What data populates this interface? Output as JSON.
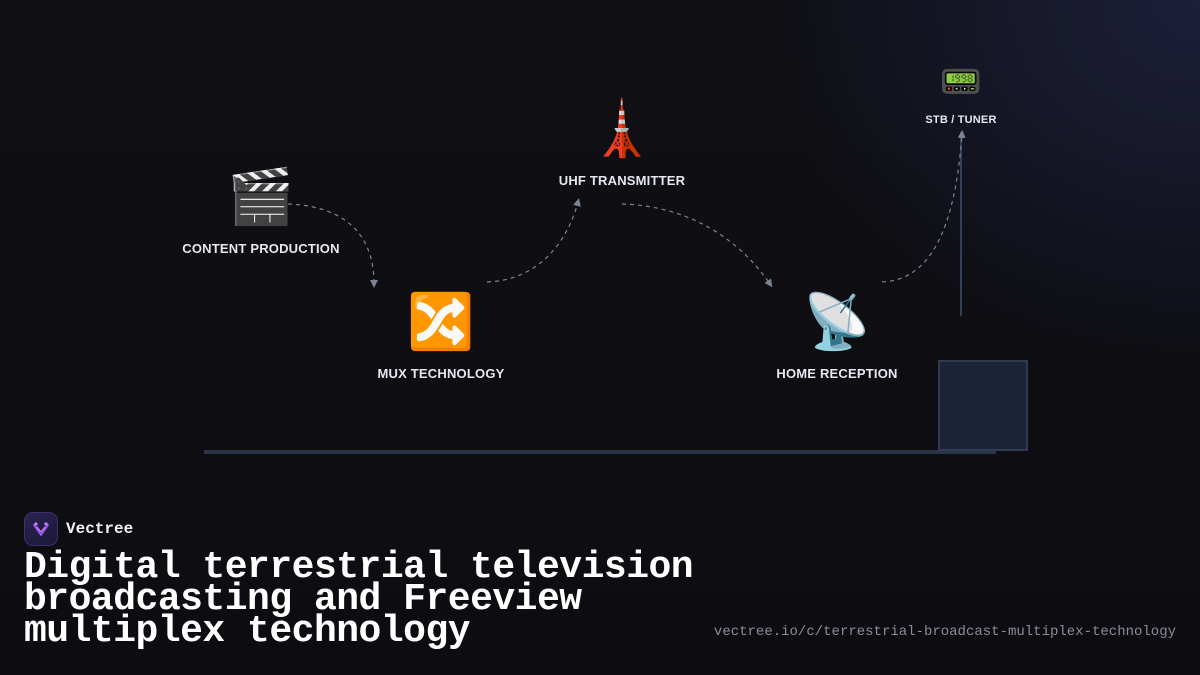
{
  "nodes": [
    {
      "id": "content-production",
      "icon": "clapper-board-icon",
      "emoji": "🎬",
      "label": "CONTENT PRODUCTION"
    },
    {
      "id": "mux-technology",
      "icon": "shuffle-arrows-icon",
      "emoji": "🔀",
      "label": "MUX TECHNOLOGY"
    },
    {
      "id": "uhf-transmitter",
      "icon": "transmission-tower-icon",
      "emoji": "🗼",
      "label": "UHF TRANSMITTER"
    },
    {
      "id": "home-reception",
      "icon": "satellite-dish-icon",
      "emoji": "📡",
      "label": "HOME RECEPTION"
    },
    {
      "id": "stb-tuner",
      "icon": "pager-icon",
      "emoji": "📟",
      "label": "STB / TUNER"
    }
  ],
  "brand": {
    "name": "Vectree",
    "icon": "vectree-logo-icon",
    "accent": "#a855f7"
  },
  "title": "Digital terrestrial television broadcasting and Freeview multiplex technology",
  "url": "vectree.io/c/terrestrial-broadcast-multiplex-technology",
  "colors": {
    "background": "#0f0f14",
    "connector": "#7c8494",
    "structure": "#1c2537"
  }
}
